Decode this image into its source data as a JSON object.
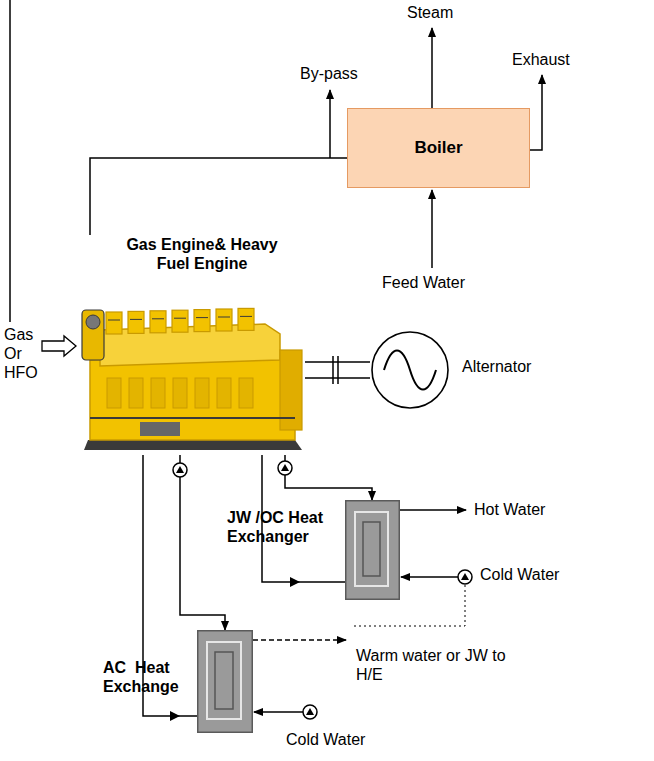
{
  "diagram": {
    "nodes": [
      {
        "text": [
          "Boiler"
        ]
      },
      {
        "text": [
          "Gas Engine& Heavy Fuel Engine"
        ]
      },
      {
        "text": [
          "Alternator"
        ]
      },
      {
        "text": [
          "JW /OC Heat Exchanger"
        ]
      },
      {
        "text": [
          "AC  Heat Exchange"
        ]
      }
    ],
    "edges": [
      {
        "from": 1,
        "to": 0,
        "arrow": "none"
      },
      {
        "from": 1,
        "to": 3,
        "arrow": "to"
      },
      {
        "from": 1,
        "to": 4,
        "arrow": "to"
      }
    ],
    "labels": [
      "Steam",
      "By-pass",
      "Exhaust",
      "Feed Water",
      "Gas Or HFO",
      "Hot Water",
      "Cold Water",
      "Warm water or JW to H/E",
      "Cold Water"
    ]
  }
}
